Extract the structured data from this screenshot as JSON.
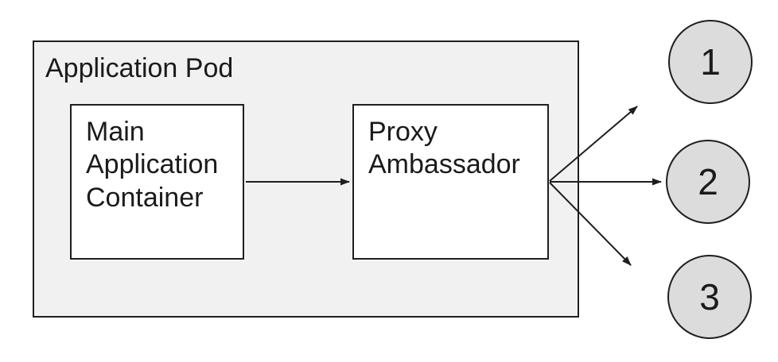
{
  "pod": {
    "label": "Application Pod"
  },
  "nodes": {
    "main": {
      "label": "Main Application Container"
    },
    "proxy": {
      "label": "Proxy Ambassador"
    }
  },
  "endpoints": [
    {
      "label": "1"
    },
    {
      "label": "2"
    },
    {
      "label": "3"
    }
  ],
  "edges": [
    {
      "from": "main-application-container",
      "to": "proxy-ambassador"
    },
    {
      "from": "proxy-ambassador",
      "to": "endpoint-1"
    },
    {
      "from": "proxy-ambassador",
      "to": "endpoint-2"
    },
    {
      "from": "proxy-ambassador",
      "to": "endpoint-3"
    }
  ],
  "colors": {
    "pod_fill": "#f1f1f2",
    "node_fill": "#ffffff",
    "endpoint_fill": "#dcdcdc",
    "stroke": "#1f1f1f",
    "text": "#1b1b1b"
  }
}
